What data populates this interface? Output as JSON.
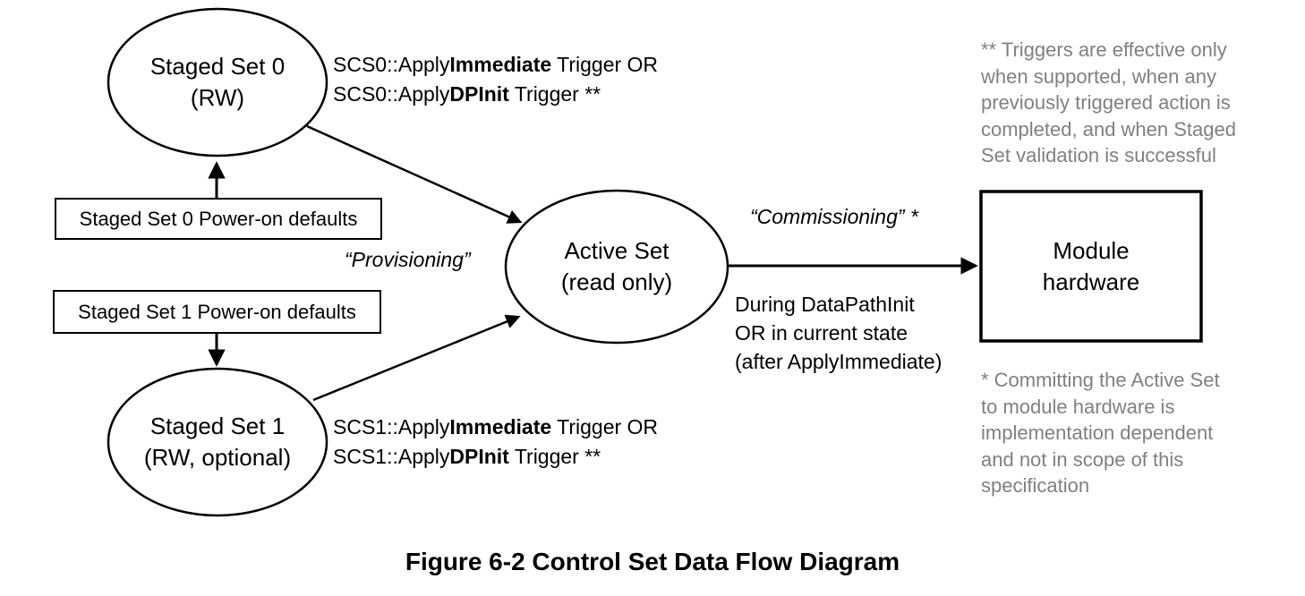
{
  "diagram": {
    "nodes": {
      "staged_set_0": {
        "line1": "Staged Set 0",
        "line2": "(RW)"
      },
      "staged_set_1": {
        "line1": "Staged Set 1",
        "line2": "(RW, optional)"
      },
      "active_set": {
        "line1": "Active Set",
        "line2": "(read only)"
      },
      "module_hardware": {
        "line1": "Module",
        "line2": "hardware"
      },
      "ss0_defaults": "Staged Set 0 Power-on defaults",
      "ss1_defaults": "Staged Set 1 Power-on defaults"
    },
    "edge_labels": {
      "scs0": {
        "l1_pre": "SCS0::Apply",
        "l1_bold": "Immediate",
        "l1_post": " Trigger OR",
        "l2_pre": "SCS0::Apply",
        "l2_bold": "DPInit",
        "l2_post": " Trigger **"
      },
      "scs1": {
        "l1_pre": "SCS1::Apply",
        "l1_bold": "Immediate",
        "l1_post": " Trigger OR",
        "l2_pre": "SCS1::Apply",
        "l2_bold": "DPInit",
        "l2_post": " Trigger **"
      },
      "provisioning": "“Provisioning”",
      "commissioning": "“Commissioning” *",
      "commissioning_detail": [
        "During DataPathInit",
        "OR in current state",
        "(after ApplyImmediate)"
      ]
    },
    "notes": {
      "triggers": [
        "** Triggers are effective only",
        "when supported, when any",
        "previously triggered action is",
        "completed, and when Staged",
        "Set validation is successful"
      ],
      "committing": [
        "* Committing the Active Set",
        "to module hardware is",
        "implementation dependent",
        "and not in scope of this",
        "specification"
      ]
    },
    "caption": "Figure 6-2 Control Set Data Flow Diagram",
    "colors": {
      "ink": "#000000",
      "note_gray": "#808080",
      "background": "#ffffff"
    }
  }
}
